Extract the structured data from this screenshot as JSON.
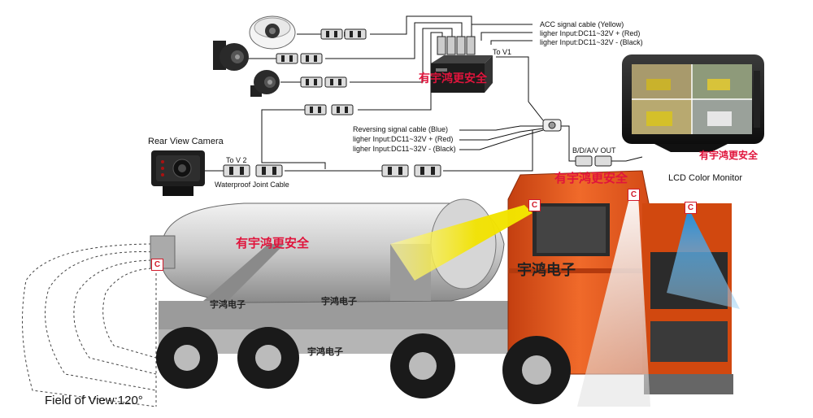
{
  "labels": {
    "acc_cable": "ACC signal cable  (Yellow)",
    "power_plus_top": "ligher Input:DC11~32V + (Red)",
    "power_minus_top": "ligher Input:DC11~32V - (Black)",
    "to_v1": "To V1",
    "reversing_cable": "Reversing signal cable  (Blue)",
    "power_plus_mid": "ligher Input:DC11~32V + (Red)",
    "power_minus_mid": "ligher Input:DC11~32V - (Black)",
    "bdav_out": "B/D/A/V OUT",
    "rear_view_camera": "Rear View Camera",
    "to_v2": "To V 2",
    "waterproof_cable": "Waterproof Joint Cable",
    "lcd_monitor": "LCD Color Monitor",
    "field_of_view": "Field of View:120°"
  },
  "watermarks": {
    "dvr": "有宇鸿更安全",
    "monitor": "有宇鸿更安全",
    "cab_top": "有宇鸿更安全",
    "drum": "有宇鸿更安全"
  },
  "truck_text": {
    "cab_door": "宇鸿电子",
    "chassis_left": "宇鸿电子",
    "drum_lower": "宇鸿电子",
    "chassis_mid": "宇鸿电子"
  },
  "camera_markers": {
    "rear": "C",
    "mirror": "C",
    "top": "C",
    "front": "C"
  },
  "colors": {
    "truck_cab": "#e8541c",
    "yellow_beam": "#f2e300",
    "blue_beam": "#2a8fd6",
    "watermark_red": "#e0143c"
  },
  "icons": [
    "dome-camera-icon",
    "side-camera-icon",
    "bullet-camera-icon",
    "dvr-box-icon",
    "rear-camera-icon",
    "lcd-monitor-icon",
    "connector-icon"
  ]
}
